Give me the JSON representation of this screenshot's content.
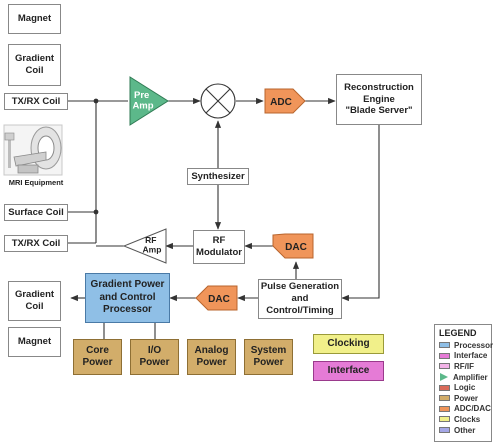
{
  "colors": {
    "processor": "#8fbfe6",
    "interface": "#e57bd6",
    "rfif": "#f3b4e8",
    "amplifier": "#5cb88a",
    "logic": "#d96b5a",
    "power": "#d2ad6a",
    "adcdac": "#f0955a",
    "clocks": "#f1f08a",
    "other": "#a5a7e6",
    "line": "#333333"
  },
  "left": {
    "magnet_top": "Magnet",
    "gradient_coil_top": "Gradient\nCoil",
    "txrx_coil_top": "TX/RX Coil",
    "mri_label": "MRI Equipment",
    "surface_coil": "Surface Coil",
    "txrx_coil_bottom": "TX/RX Coil",
    "gradient_coil_bottom": "Gradient\nCoil",
    "magnet_bottom": "Magnet"
  },
  "chain": {
    "preamp": "Pre\nAmp",
    "adc": "ADC",
    "reconstruction": "Reconstruction\nEngine\n\"Blade Server\"",
    "synthesizer": "Synthesizer",
    "rf_amp": "RF\nAmp",
    "rf_modulator": "RF\nModulator",
    "dac_upper": "DAC",
    "dac_lower": "DAC",
    "pulse_generation": "Pulse Generation\nand\nControl/Timing",
    "gradient_processor": "Gradient Power\nand Control\nProcessor"
  },
  "power": {
    "core": "Core\nPower",
    "io": "I/O\nPower",
    "analog": "Analog\nPower",
    "system": "System\nPower"
  },
  "key": {
    "clocking": "Clocking",
    "interface": "Interface"
  },
  "legend": {
    "title": "LEGEND",
    "items": [
      {
        "label": "Processor",
        "swatch": "processor"
      },
      {
        "label": "Interface",
        "swatch": "interface"
      },
      {
        "label": "RF/IF",
        "swatch": "rfif"
      },
      {
        "label": "Amplifier",
        "swatch": "amplifier"
      },
      {
        "label": "Logic",
        "swatch": "logic"
      },
      {
        "label": "Power",
        "swatch": "power"
      },
      {
        "label": "ADC/DAC",
        "swatch": "adcdac"
      },
      {
        "label": "Clocks",
        "swatch": "clocks"
      },
      {
        "label": "Other",
        "swatch": "other"
      }
    ]
  }
}
